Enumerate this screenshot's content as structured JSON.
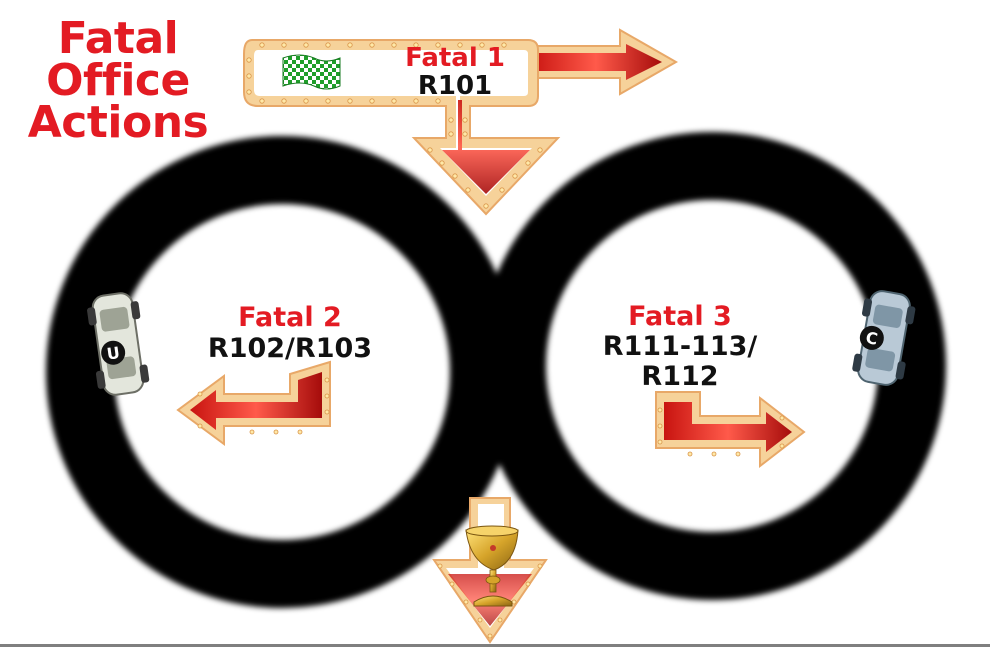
{
  "title": {
    "line1": "Fatal",
    "line2": "Office",
    "line3": "Actions"
  },
  "stages": [
    {
      "heading": "Fatal 1",
      "codes": [
        "R101"
      ]
    },
    {
      "heading": "Fatal 2",
      "codes": [
        "R102/R103"
      ]
    },
    {
      "heading": "Fatal 3",
      "codes": [
        "R111-113/",
        "R112"
      ]
    }
  ],
  "cars": [
    {
      "badge": "U",
      "color": "#dfe3d6"
    },
    {
      "badge": "C",
      "color": "#b8c8d6"
    }
  ],
  "icons": [
    "checkered-flag-icon",
    "trophy-cup-icon"
  ],
  "colors": {
    "title_red": "#e31b23",
    "track_black": "#000000",
    "arrow_red_light": "#f5524a",
    "arrow_red_dark": "#b5100f",
    "arrow_border": "#f3c08a"
  }
}
